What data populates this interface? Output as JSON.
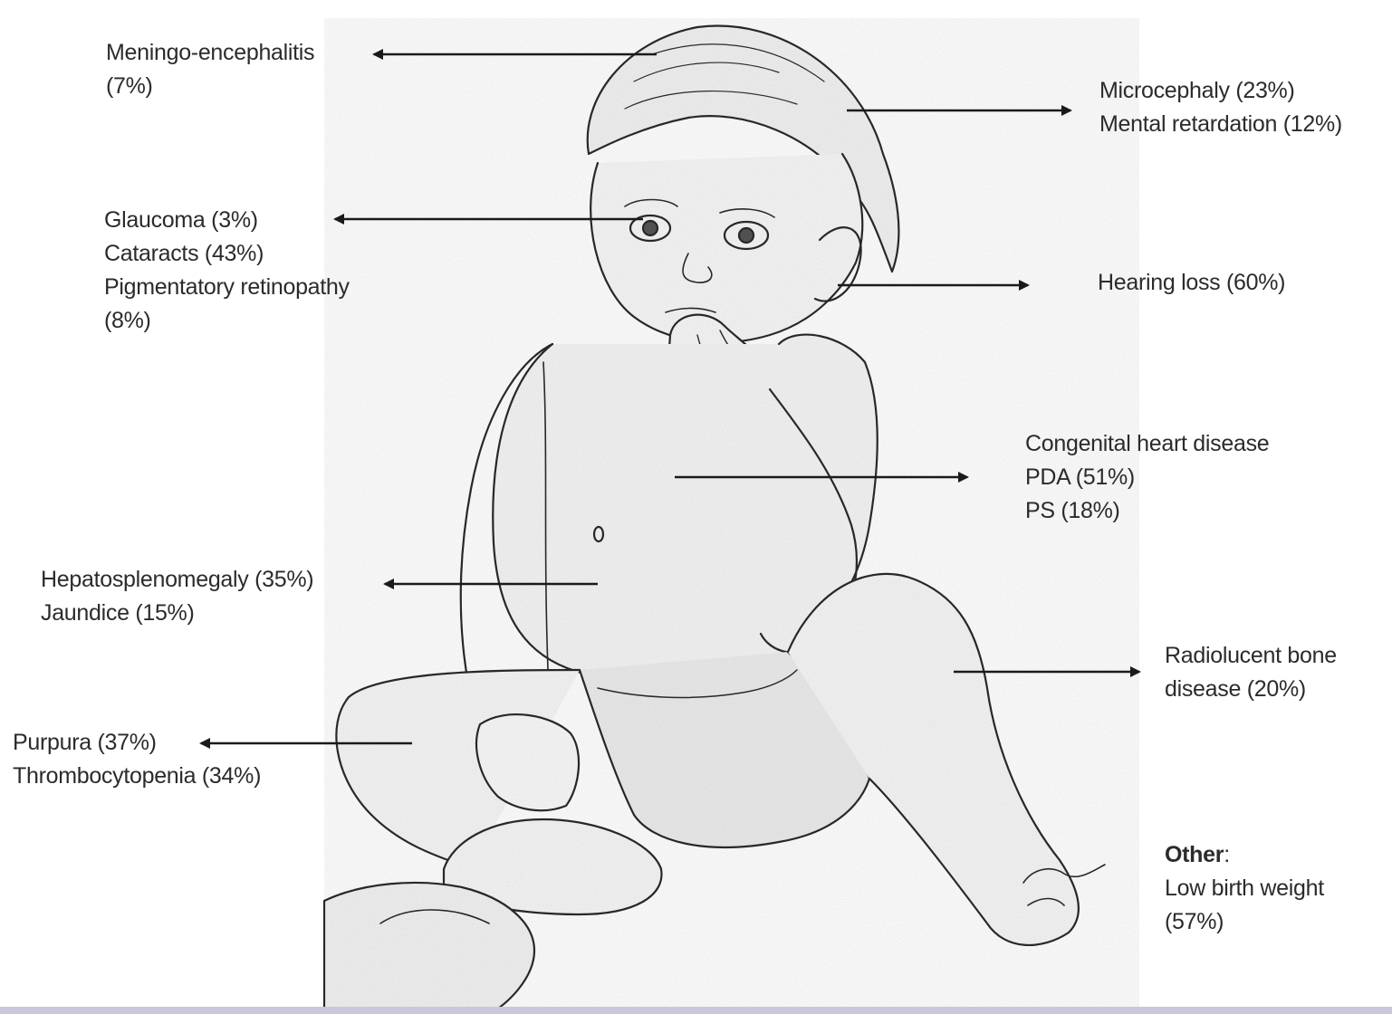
{
  "labels": {
    "meningo": [
      "Meningo-encephalitis",
      "(7%)"
    ],
    "microcephaly": [
      "Microcephaly (23%)",
      "Mental retardation (12%)"
    ],
    "eyes": [
      "Glaucoma (3%)",
      "Cataracts (43%)",
      "Pigmentatory retinopathy",
      "(8%)"
    ],
    "hearing": [
      "Hearing loss (60%)"
    ],
    "heart": [
      "Congenital heart disease",
      "PDA (51%)",
      "PS (18%)"
    ],
    "liver": [
      "Hepatosplenomegaly (35%)",
      "Jaundice (15%)"
    ],
    "bone": [
      "Radiolucent bone",
      "disease (20%)"
    ],
    "blood": [
      "Purpura (37%)",
      "Thrombocytopenia (34%)"
    ],
    "other": {
      "heading": "Other",
      "colon": ":",
      "lines": [
        "Low birth weight",
        "(57%)"
      ]
    }
  }
}
